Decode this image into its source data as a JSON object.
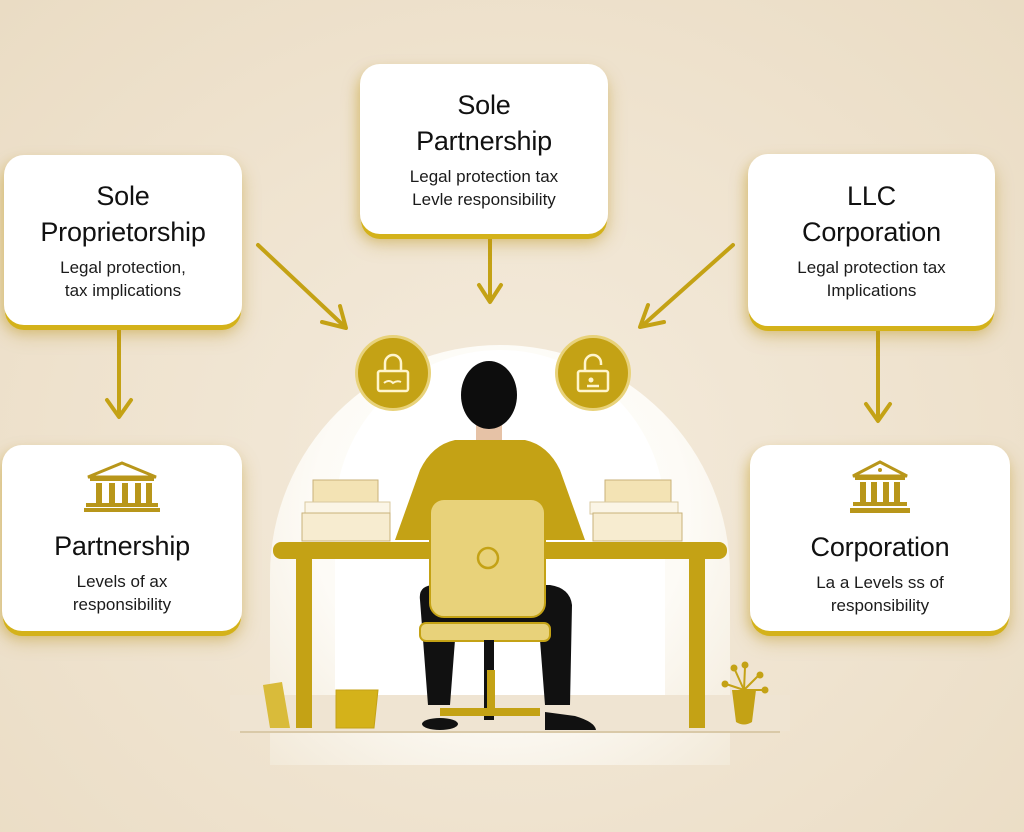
{
  "diagram": {
    "theme_colors": {
      "accent": "#c4a215",
      "accent_dark": "#a8870f",
      "background": "#efe3cf",
      "card": "#ffffff",
      "text": "#111111"
    },
    "cards": {
      "sole_proprietorship": {
        "title_line1": "Sole",
        "title_line2": "Proprietorship",
        "desc_line1": "Legal protection,",
        "desc_line2": "tax implications"
      },
      "sole_partnership": {
        "title_line1": "Sole",
        "title_line2": "Partnership",
        "desc_line1": "Legal protection tax",
        "desc_line2": "Levle responsibility"
      },
      "llc_corporation": {
        "title_line1": "LLC",
        "title_line2": "Corporation",
        "desc_line1": "Legal protection tax",
        "desc_line2": "Implications"
      },
      "partnership": {
        "icon": "bank-building-icon",
        "title": "Partnership",
        "desc_line1": "Levels of ax",
        "desc_line2": "responsibility"
      },
      "corporation": {
        "icon": "bank-building-icon",
        "title": "Corporation",
        "desc_line1": "La a Levels ss of",
        "desc_line2": "responsibility"
      }
    },
    "center": {
      "icons": [
        "lock-icon",
        "unlock-icon"
      ],
      "scene": "person-at-desk"
    }
  }
}
